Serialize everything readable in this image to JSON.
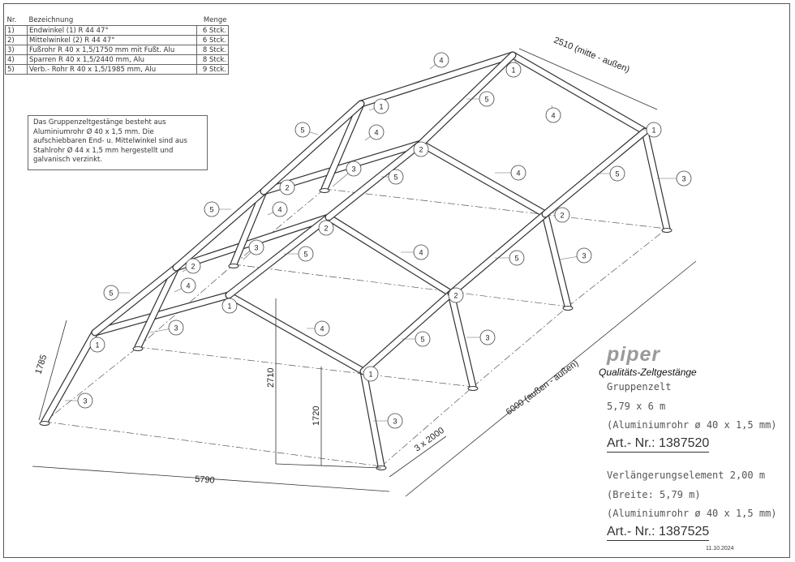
{
  "parts_table": {
    "headers": {
      "nr": "Nr.",
      "name": "Bezeichnung",
      "qty": "Menge"
    },
    "rows": [
      {
        "nr": "1)",
        "name": "Endwinkel (1)   R 44   47°",
        "qty": "6 Stck."
      },
      {
        "nr": "2)",
        "name": "Mittelwinkel (2)   R 44   47°",
        "qty": "6 Stck."
      },
      {
        "nr": "3)",
        "name": "Fußrohr R 40 x 1,5/1750 mm mit Fußt. Alu",
        "qty": "8 Stck."
      },
      {
        "nr": "4)",
        "name": "Sparren R 40 x 1,5/2440 mm, Alu",
        "qty": "8 Stck."
      },
      {
        "nr": "5)",
        "name": "Verb.- Rohr R 40 x 1,5/1985 mm, Alu",
        "qty": "9 Stck."
      }
    ]
  },
  "note": "Das Gruppenzeltgestänge besteht aus Aluminiumrohr Ø 40 x 1,5 mm. Die aufschiebbaren End- u. Mittelwinkel sind aus Stahlrohr Ø 44 x 1,5 mm hergestellt und galvanisch verzinkt.",
  "dimensions": {
    "top_width": "2510  (mitte - außen)",
    "left_height": "1785",
    "ridge_height": "2710",
    "eave_height": "1720",
    "front_width": "5790",
    "segments": "3 x 2000",
    "length": "6000  (außen - außen)"
  },
  "part_labels": {
    "p1": "1",
    "p2": "2",
    "p3": "3",
    "p4": "4",
    "p5": "5"
  },
  "brand": {
    "logo": "piper",
    "tagline": "Qualitäts-Zeltgestänge"
  },
  "product": {
    "name": "Gruppenzelt",
    "size": "5,79 x 6 m",
    "material": "(Aluminiumrohr ø 40 x 1,5 mm)",
    "art_nr": "Art.- Nr.: 1387520"
  },
  "extension": {
    "name": "Verlängerungselement 2,00 m",
    "width": "(Breite: 5,79 m)",
    "material": "(Aluminiumrohr ø 40 x 1,5 mm)",
    "art_nr": "Art.- Nr.: 1387525"
  },
  "date": "11.10.2024"
}
